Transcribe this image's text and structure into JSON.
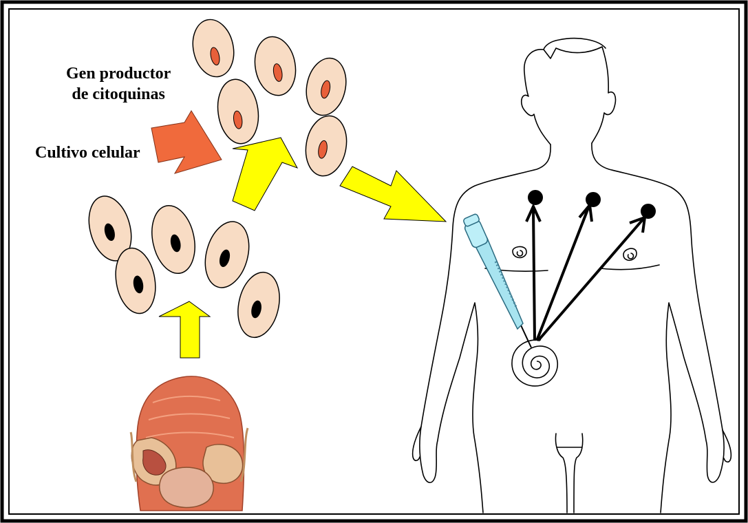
{
  "labels": {
    "gene_line1": "Gen productor",
    "gene_line2": "de citoquinas",
    "culture": "Cultivo celular"
  },
  "colors": {
    "frame": "#000000",
    "cell_fill": "#f8dcc4",
    "transfected_nucleus": "#e8603a",
    "plain_nucleus": "#000000",
    "orange_arrow": "#f06a3c",
    "yellow_arrow": "#ffff00",
    "syringe": "#a8e4f0",
    "tissue": "#e07050"
  },
  "icons": {
    "transfected_cells": "red-nucleus-cell-icon",
    "plain_cells": "black-nucleus-cell-icon",
    "organ": "prostate-organ-icon",
    "human": "human-body-outline-icon",
    "syringe": "syringe-icon",
    "spiral": "spiral-injection-site-icon"
  }
}
